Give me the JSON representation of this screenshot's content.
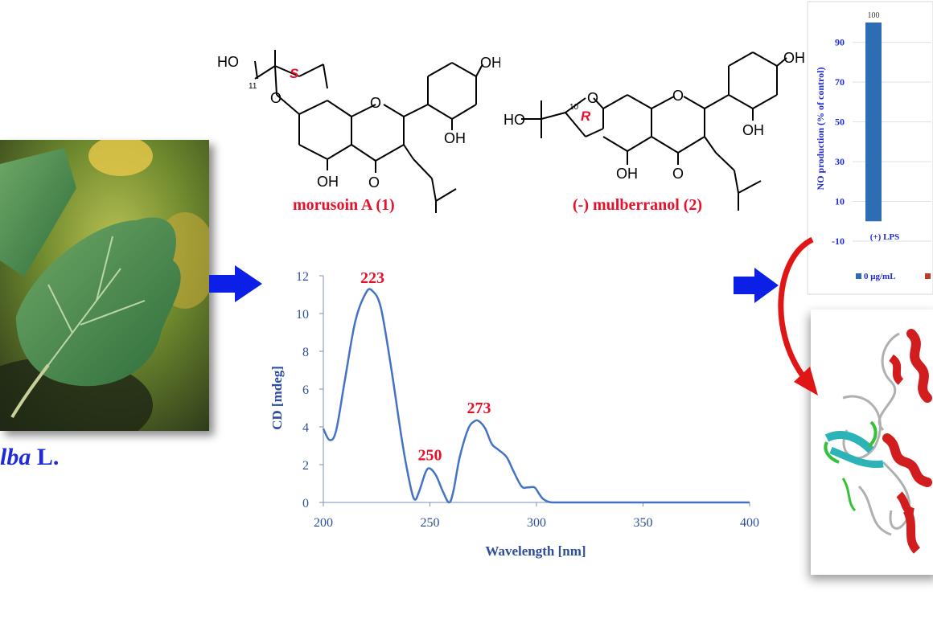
{
  "plant": {
    "label_italic": "lba",
    "label_rest": " L."
  },
  "compounds": [
    {
      "name": "morusoin A (1)",
      "stereo_label": "S",
      "position_number": "11",
      "groups": {
        "ho": "HO",
        "oh1": "OH",
        "oh2": "OH",
        "oh3": "OH",
        "o_ring": "O",
        "o_pyran": "O",
        "o_keto": "O"
      }
    },
    {
      "name": "(-) mulberranol (2)",
      "stereo_label": "R",
      "position_number": "10",
      "groups": {
        "ho": "HO",
        "oh1": "OH",
        "oh2": "OH",
        "oh3": "OH",
        "o_ring": "O",
        "o_furan": "O",
        "o_keto": "O"
      }
    }
  ],
  "chart_data": [
    {
      "type": "line",
      "xlabel": "Wavelength [nm]",
      "ylabel": "CD [mdeg]",
      "xlim": [
        200,
        400
      ],
      "ylim": [
        0,
        12
      ],
      "xticks": [
        200,
        250,
        300,
        350,
        400
      ],
      "yticks": [
        0,
        2,
        4,
        6,
        8,
        10,
        12
      ],
      "grid": false,
      "series": [
        {
          "x": [
            200,
            203,
            206,
            210,
            215,
            220,
            223,
            227,
            232,
            237,
            241,
            243,
            245,
            248,
            250,
            253,
            256,
            259,
            261,
            264,
            268,
            271,
            273,
            276,
            279,
            282,
            286,
            289,
            293,
            296,
            299,
            301,
            303,
            306,
            310,
            320,
            350,
            400
          ],
          "y": [
            3.9,
            3.3,
            3.8,
            6.4,
            9.6,
            11.1,
            11.2,
            10.3,
            7.0,
            3.2,
            0.8,
            0.15,
            0.6,
            1.6,
            1.8,
            1.4,
            0.6,
            0.0,
            0.6,
            2.4,
            3.9,
            4.3,
            4.3,
            3.9,
            3.1,
            2.8,
            2.4,
            1.7,
            0.85,
            0.8,
            0.8,
            0.5,
            0.2,
            0.02,
            0.0,
            0.0,
            0.0,
            0.0
          ],
          "color": "#4472c4"
        }
      ],
      "annotations": [
        {
          "x": 223,
          "y": 11.2,
          "text": "223"
        },
        {
          "x": 250,
          "y": 1.8,
          "text": "250"
        },
        {
          "x": 273,
          "y": 4.3,
          "text": "273"
        }
      ]
    },
    {
      "type": "bar",
      "ylabel": "NO production  (% of control)",
      "yticks": [
        -10,
        10,
        30,
        50,
        70,
        90
      ],
      "ylim": [
        -10,
        100
      ],
      "categories": [
        "(+) LPS"
      ],
      "series": [
        {
          "name": "0 μg/mL",
          "values": [
            100
          ],
          "color": "#2e6db4"
        }
      ],
      "data_labels": [
        "100"
      ],
      "legend_partial": "."
    }
  ],
  "colors": {
    "arrow_blue": "#0b1fe6",
    "arrow_red": "#e01515",
    "label_red": "#e8102a",
    "axis_blue": "#2d4e9c"
  }
}
